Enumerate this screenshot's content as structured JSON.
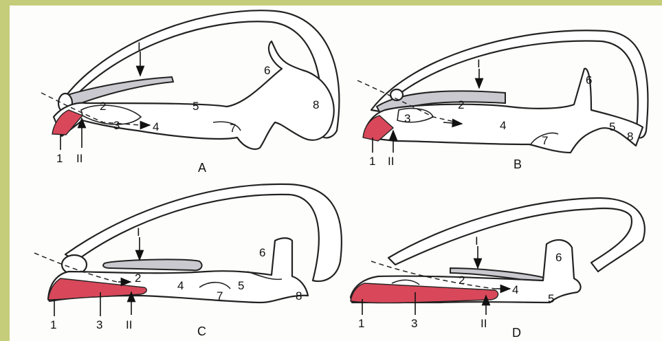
{
  "colors": {
    "frame": "#c5cc7a",
    "highlight": "#d8485a",
    "canal": "#c9c9cf"
  },
  "panels": [
    {
      "caption": "A",
      "labels": {
        "n1": "1",
        "nII": "II",
        "n2": "2",
        "n3": "3",
        "n4": "4",
        "n5": "5",
        "n6": "6",
        "n7": "7",
        "n8": "8",
        "nI": "I"
      }
    },
    {
      "caption": "B",
      "labels": {
        "n1": "1",
        "nII": "II",
        "n2": "2",
        "n3": "3",
        "n4": "4",
        "n5": "5",
        "n6": "6",
        "n7": "7",
        "n8": "8",
        "nI": "I"
      }
    },
    {
      "caption": "C",
      "labels": {
        "n1": "1",
        "n3": "3",
        "nII": "II",
        "n2": "2",
        "n4": "4",
        "n5": "5",
        "n6": "6",
        "n7": "7",
        "n8": "8",
        "nI": "I"
      }
    },
    {
      "caption": "D",
      "labels": {
        "n1": "1",
        "n3": "3",
        "nII": "II",
        "n2": "2",
        "n4": "4",
        "n5": "5",
        "n6": "6",
        "nI": "I"
      }
    }
  ]
}
